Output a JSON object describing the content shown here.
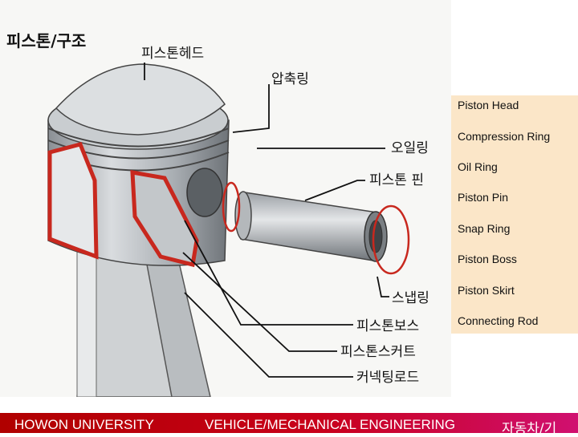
{
  "diagram": {
    "title": "피스톤/구조",
    "labels": {
      "piston_head": "피스톤헤드",
      "compression_ring": "압축링",
      "oil_ring": "오일링",
      "piston_pin": "피스톤 핀",
      "snap_ring": "스냅링",
      "piston_boss": "피스톤보스",
      "piston_skirt": "피스톤스커트",
      "connecting_rod": "커넥팅로드"
    }
  },
  "legend": {
    "items": [
      "Piston Head",
      "Compression Ring",
      "Oil Ring",
      "Piston Pin",
      "Snap Ring",
      "Piston Boss",
      "Piston Skirt",
      "Connecting Rod"
    ]
  },
  "footer": {
    "university": "HOWON UNIVERSITY",
    "department": "VEHICLE/MECHANICAL ENGINEERING",
    "course": "자동차/기"
  },
  "colors": {
    "legend_bg": "#fbe6c8",
    "section_red": "#c8281e",
    "footer_red": "#b00000"
  }
}
